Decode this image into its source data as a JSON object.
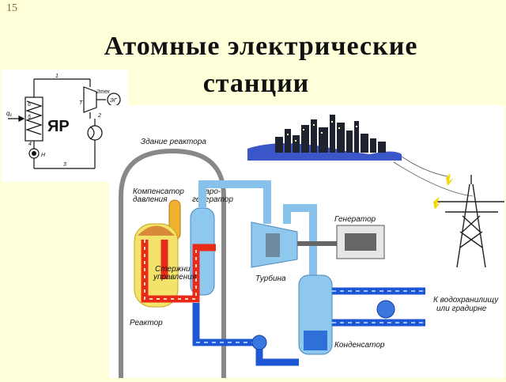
{
  "slide_number": "15",
  "title_line1": "Атомные электрические",
  "title_line2": "станции",
  "schematic": {
    "box_label": "ЯР",
    "generator_label": "ЭГ",
    "turbine_label": "Т",
    "pump_label": "Н",
    "heat_label": "q₁",
    "out_label": "2тех",
    "points": [
      "1",
      "2",
      "3",
      "4",
      "5",
      "6"
    ]
  },
  "plant": {
    "building_label": "Здание реактора",
    "pressurizer_label": "Компенсатор давления",
    "pressurizer_line1": "Компенсатор",
    "pressurizer_line2": "давления",
    "steamgen_line1": "Паро-",
    "steamgen_line2": "генератор",
    "generator_label": "Генератор",
    "turbine_label": "Турбина",
    "rods_line1": "Стержни",
    "rods_line2": "управления",
    "reactor_label": "Реактор",
    "condenser_label": "Конденсатор",
    "reservoir_line1": "К водохранилищу",
    "reservoir_line2": "или градирне"
  }
}
